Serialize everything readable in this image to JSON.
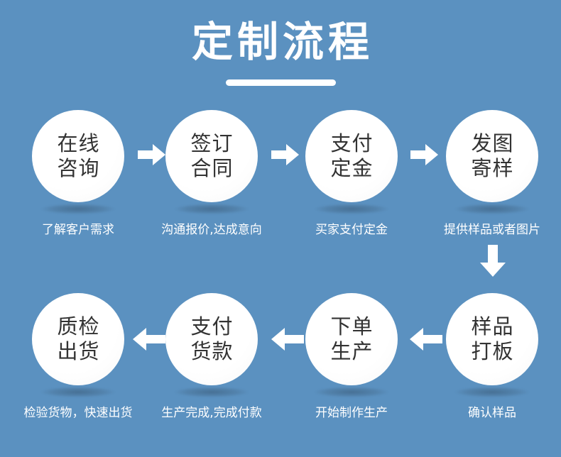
{
  "page": {
    "background_color": "#5b91c0",
    "text_color_on_background": "#ffffff",
    "circle_fill_color": "#ffffff",
    "circle_text_color": "#333333"
  },
  "header": {
    "title": "定制流程",
    "underline": "divider-bar"
  },
  "flow": {
    "row1": {
      "direction": "left-to-right",
      "steps": [
        {
          "line1": "在线",
          "line2": "咨询",
          "caption": "了解客户需求"
        },
        {
          "line1": "签订",
          "line2": "合同",
          "caption": "沟通报价,达成意向"
        },
        {
          "line1": "支付",
          "line2": "定金",
          "caption": "买家支付定金"
        },
        {
          "line1": "发图",
          "line2": "寄样",
          "caption": "提供样品或者图片"
        }
      ],
      "connectors": [
        "arrow-right",
        "arrow-right",
        "arrow-right"
      ]
    },
    "row_connector": "arrow-down",
    "row2": {
      "direction": "right-to-left",
      "steps": [
        {
          "line1": "质检",
          "line2": "出货",
          "caption": "检验货物，快速出货"
        },
        {
          "line1": "支付",
          "line2": "货款",
          "caption": "生产完成,完成付款"
        },
        {
          "line1": "下单",
          "line2": "生产",
          "caption": "开始制作生产"
        },
        {
          "line1": "样品",
          "line2": "打板",
          "caption": "确认样品"
        }
      ],
      "connectors": [
        "arrow-left",
        "arrow-left",
        "arrow-left"
      ]
    }
  }
}
